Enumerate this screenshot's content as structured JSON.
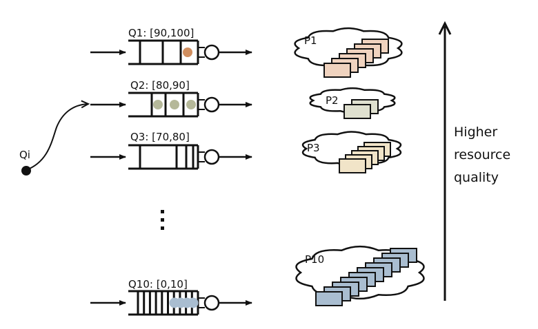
{
  "queues": [
    {
      "id": "q1",
      "label": "Q1: [90,100]",
      "slots": [
        0.33,
        0.36,
        0.31
      ],
      "items": 1,
      "item_color": "#d08e5f"
    },
    {
      "id": "q2",
      "label": "Q2: [80,90]",
      "slots": [
        0.36,
        0.16,
        0.32,
        0.16
      ],
      "items": 3,
      "item_color": "#b5b899"
    },
    {
      "id": "q3",
      "label": "Q3: [70,80]",
      "slots": [
        0.17,
        0.53,
        0.1,
        0.1,
        0.1
      ],
      "items": 0,
      "item_color": "#cccccc"
    },
    {
      "id": "q10",
      "label": "Q10: [0,10]",
      "slots": [
        10
      ],
      "items": 4,
      "item_color": "#a9bdd0"
    }
  ],
  "ellipsis": "⋮",
  "incoming": {
    "label": "Qi"
  },
  "pools": [
    {
      "id": "p1",
      "label": "P1",
      "count": 6,
      "fill": "#f0d3bf"
    },
    {
      "id": "p2",
      "label": "P2",
      "count": 2,
      "fill": "#dfe0cf"
    },
    {
      "id": "p3",
      "label": "P3",
      "count": 5,
      "fill": "#f1e4c8"
    },
    {
      "id": "p10",
      "label": "P10",
      "count": 10,
      "fill": "#a9bdd0"
    }
  ],
  "axis": {
    "lines": [
      "Higher",
      "resource",
      "quality"
    ]
  }
}
